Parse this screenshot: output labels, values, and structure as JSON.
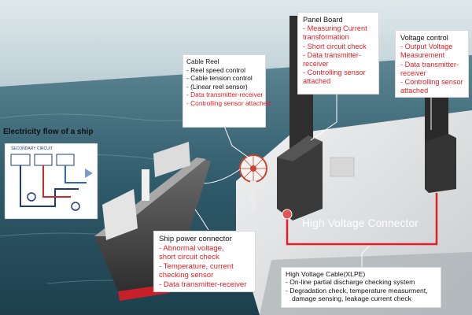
{
  "colors": {
    "accent_red": "#e31e24",
    "sea": "#2d5a6c",
    "sky": "#cfdde2"
  },
  "electricity_flow": {
    "title": "Electricity flow of a ship",
    "diagram_caption": "SECONDARY CIRCUIT"
  },
  "cable_reel": {
    "title": "Cable Reel",
    "items_black": [
      "- Reel speed control",
      "- Cable tension control",
      "- (Linear reel sensor)"
    ],
    "items_red": [
      "- Data transmitter-receiver",
      "- Controlling sensor attached"
    ]
  },
  "panel_board": {
    "title": "Panel Board",
    "items_red": [
      "- Measuring Current",
      "transformation",
      "- Short circuit check",
      "- Data transmitter-",
      "receiver",
      "- Controlling sensor",
      "attached"
    ]
  },
  "voltage_control": {
    "title": "Voltage control",
    "items_red": [
      "- Output Voltage",
      "Measurement",
      "- Data transmitter-",
      "receiver",
      "- Controlling sensor",
      "attached"
    ]
  },
  "ship_power_connector": {
    "title": "Ship power connector",
    "items_red": [
      "- Abnormal voltage,",
      "short circuit check",
      "- Temperature, current",
      "checking sensor",
      "- Data transmitter-receiver"
    ]
  },
  "hv_connector": {
    "label": "High Voltage Connector"
  },
  "hv_cable": {
    "title": "High Voltage Cable(XLPE)",
    "items": [
      "- On-line partial discharge checking system",
      "- Degradation check, temperature measurment,",
      "damage sensing, leakage current check"
    ]
  }
}
